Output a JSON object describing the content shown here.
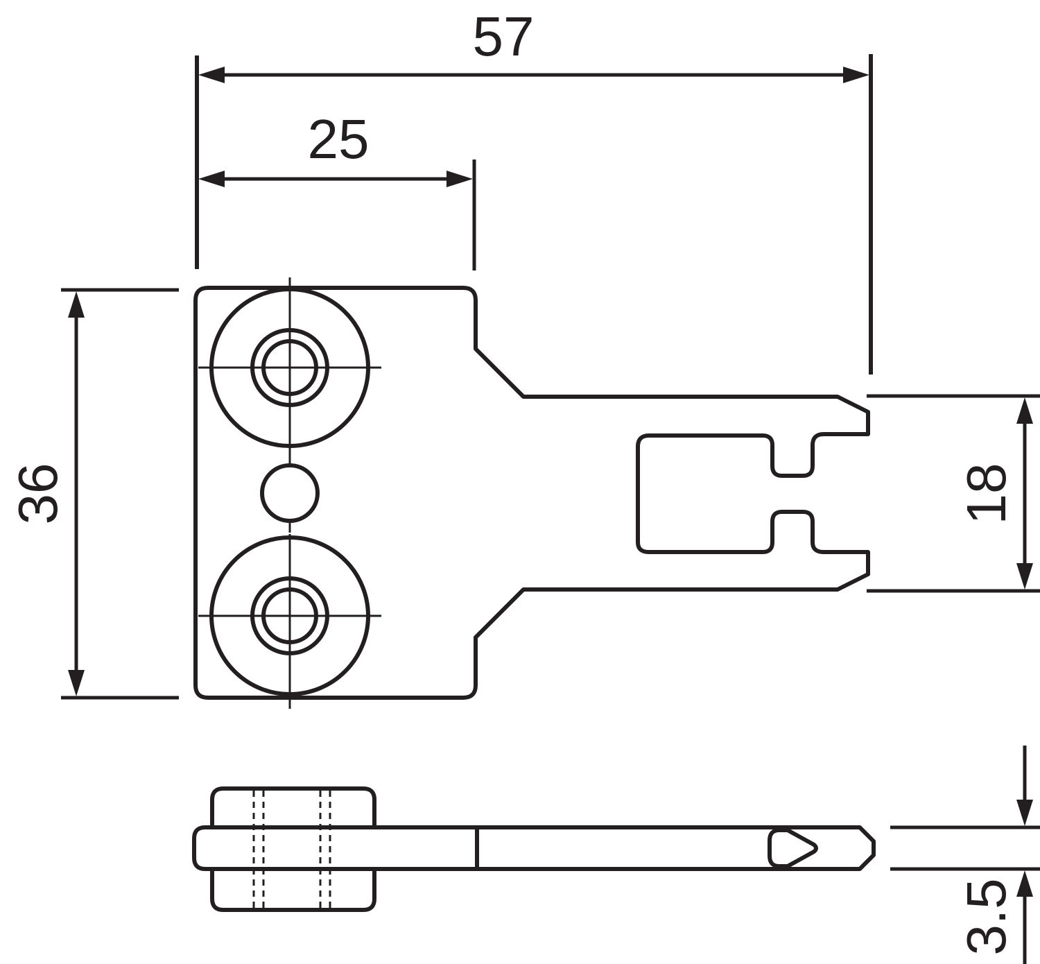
{
  "drawing": {
    "dimensions": {
      "overall_length": "57",
      "plate_width": "25",
      "plate_height": "36",
      "tongue_height": "18",
      "thickness": "3.5"
    },
    "colors": {
      "line": "#231f20",
      "background": "#ffffff"
    }
  }
}
